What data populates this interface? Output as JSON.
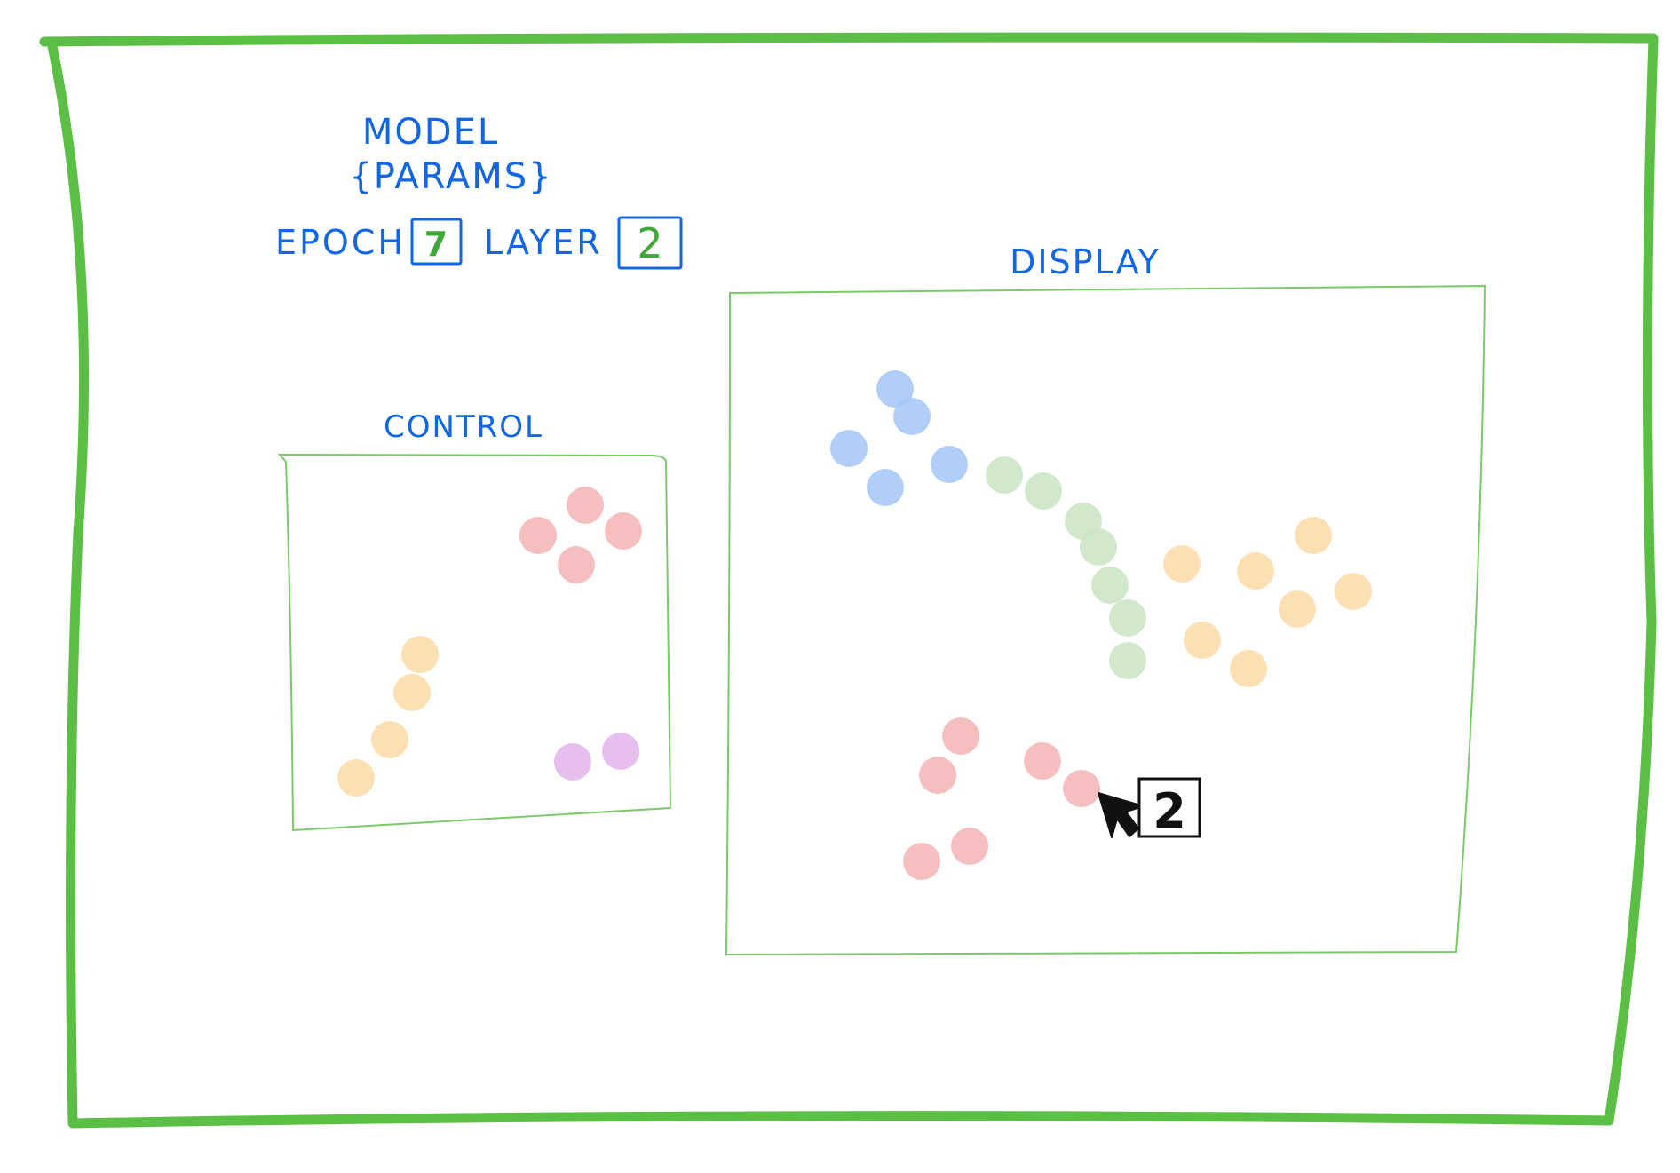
{
  "header": {
    "title": "MODEL",
    "subtitle": "{PARAMS}",
    "epoch_label": "EPOCH",
    "epoch_value": "7",
    "layer_label": "LAYER",
    "layer_value": "2"
  },
  "panels": {
    "control_title": "CONTROL",
    "display_title": "DISPLAY"
  },
  "cursor_badge": "2",
  "colors": {
    "frame": "#5cbf45",
    "panel_border": "#7cc96a",
    "ink": "#1166e6",
    "field_value": "#3fa83a",
    "red": "#f5b8b8",
    "orange": "#fcdcaa",
    "purple": "#e4b7ee",
    "blue": "#a8c9f8",
    "green": "#cce6c7",
    "cursor": "#111111"
  },
  "icons": [
    "cursor-arrow-icon"
  ]
}
